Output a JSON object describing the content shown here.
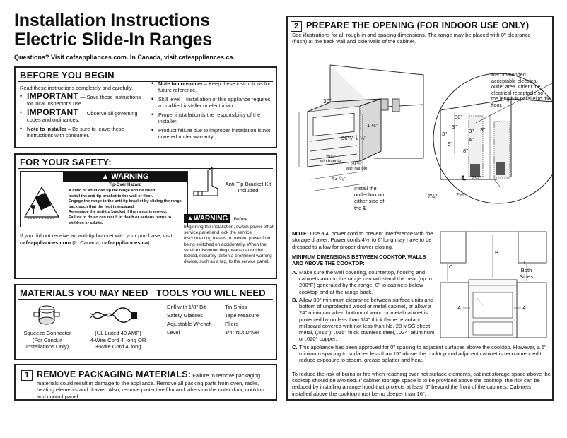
{
  "header": {
    "title_line1": "Installation Instructions",
    "title_line2": "Electric Slide-In Ranges",
    "questions": "Questions? Visit cafeappliances.com. In Canada, visit cafeappliances.ca."
  },
  "before": {
    "heading": "BEFORE YOU BEGIN",
    "intro": "Read these instructions completely and carefully.",
    "imp1_word": "IMPORTANT",
    "imp1_rest": " — Save these instructions for local inspector's use.",
    "imp2_word": "IMPORTANT",
    "imp2_rest": " — Observe all governing codes and ordinances.",
    "installer_bold": "Note to Installer",
    "installer_rest": " – Be sure to leave these instructions with consumer.",
    "consumer_bold": "Note to consumer",
    "consumer_rest": " – Keep these instructions for future reference.",
    "skill": "Skill level – Installation of this appliance requires a qualified installer or electrician.",
    "proper": "Proper installation is the responsibility of the installer.",
    "failure": "Product failure due to improper installation is not covered under warranty."
  },
  "safety": {
    "heading": "FOR YOUR SAFETY:",
    "warning_label": "WARNING",
    "hazard_title": "Tip-Over Hazard",
    "hazard_items": [
      "A child or adult can tip the range and be killed.",
      "Install the anti-tip bracket to the wall or floor.",
      "Engage the range to the anti-tip bracket by sliding the range back such that the foot is engaged.",
      "Re-engage the anti-tip bracket if the range is moved.",
      "Failure to do so can result in death or serious burns to children or adults."
    ],
    "bracket_label": "Anti-Tip Bracket Kit Included",
    "no_bracket_pre": "If you did not receive an anti-tip bracket with your purchase, visit ",
    "no_bracket_site": "cafeappliances.com",
    "no_bracket_mid": " (In Canada, ",
    "no_bracket_site2": "cafeappliances.ca",
    "no_bracket_end": ").",
    "warning2_label": "WARNING",
    "warning2_text_first": "Before",
    "warning2_text": "beginning the installation, switch power off at service panel and lock the service disconnecting means to prevent power from being switched on accidentally. When the service disconnecting means cannot be locked, securely fasten a prominent warning device, such as a tag, to the service panel."
  },
  "materials": {
    "heading": "MATERIALS YOU MAY NEED   TOOLS YOU WILL NEED",
    "squeeze_label1": "Squeeze Connector",
    "squeeze_label2": "(For Conduit",
    "squeeze_label3": "Installations Only)",
    "cord_label1": "(UL Listed 40 AMP)",
    "cord_label2": "4-Wire Cord 4' long OR",
    "cord_label3": "3-Wire Cord 4' long",
    "tools_col1": [
      "Drill with 1/8\" Bit",
      "Safety Glasses",
      "Adjustable Wrench",
      "Level"
    ],
    "tools_col2": [
      "Tin Snips",
      "Tape Measure",
      "Pliers",
      "1/4\" Nut Driver"
    ]
  },
  "remove": {
    "number": "1",
    "heading": "REMOVE PACKAGING MATERIALS:",
    "text_first": " Failure to remove packaging",
    "text": "materials could result in damage to the appliance. Remove all packing parts from oven, racks, heating elements and drawer. Also, remove protective film and labels on the outer door, cooktop and control panel."
  },
  "prepare": {
    "number": "2",
    "heading": "PREPARE THE OPENING (FOR INDOOR USE ONLY)",
    "intro": "See illustrations for all rough-in and spacing dimensions. The range may be placed with 0\" clearance (flush) at the back wall and side walls of the cabinet.",
    "dims_left": {
      "d30": "30\"",
      "d1_5": "1 ½\"",
      "d36": "36¼\" ± ⅛\"",
      "d28": "28¼\"",
      "d28sub": "w/o handle",
      "d29": "29 ½\"",
      "d29sub": "with handle",
      "d43": "43 ⁷⁄₈\""
    },
    "outlet_note": "Install the outlet box on either side of the ℄",
    "recommended_note": "Recommended acceptable electrical outlet area. Orient the electrical receptacle so the length is parallel to the floor.",
    "dims_right": {
      "d30": "30\"",
      "d3a": "3\"",
      "d3b": "3\"",
      "d3c": "3\"",
      "d3d": "3\"",
      "d4": "4\"",
      "d9": "9\"",
      "d8": "8\"",
      "d2_25a": "2¼\"",
      "d2_25b": "2¼\"",
      "d7_5": "7½\"",
      "cl": "℄"
    },
    "note_bold": "NOTE:",
    "note_text": " Use a 4' power cord to prevent interference with the storage drawer. Power cords 4½' to 6' long may have to be dressed to allow for proper drawer closing.",
    "min_heading": "MINIMUM DIMENSIONS BETWEEN COOKTOP, WALLS AND ABOVE THE COOKTOP:",
    "item_a": "Make sure the wall covering, countertop, flooring and cabinets around the range can withstand the heat (up to 200°F) generated by the range. 0\" to cabinets below cooktop and at the range back.",
    "item_b": "Allow 30\" minimum clearance between surface units and bottom of unprotected wood or metal cabinet, or allow a 24\" minimum when bottom of wood or metal cabinet is protected by no less than 1/4\" thick flame retardant millboard covered with not less than No. 28 MSG sheet metal, (.015\"), .015\" thick stainless steel, .024\" aluminum or .020\" copper.",
    "item_c": "This appliance has been approved for 0\" spacing to adjacent surfaces above the cooktop. However, a 6\" minimum spacing to surfaces less than 15\" above the cooktop and adjacent cabinet is recommended to reduce exposure to steam, grease splatter and heat.",
    "closing": "To reduce the risk of burns or fire when reaching over hot surface elements, cabinet storage space above the cooktop should be avoided. If cabinet storage space is to be provided above the cooktop, the risk can be reduced by installing a range hood that projects at least 5\" beyond the front of the cabinets. Cabinets installed above the cooktop must be no deeper than 16\".",
    "diag_labels": {
      "a": "A",
      "b": "B",
      "c": "C",
      "both": "Both",
      "sides": "Sides"
    }
  }
}
